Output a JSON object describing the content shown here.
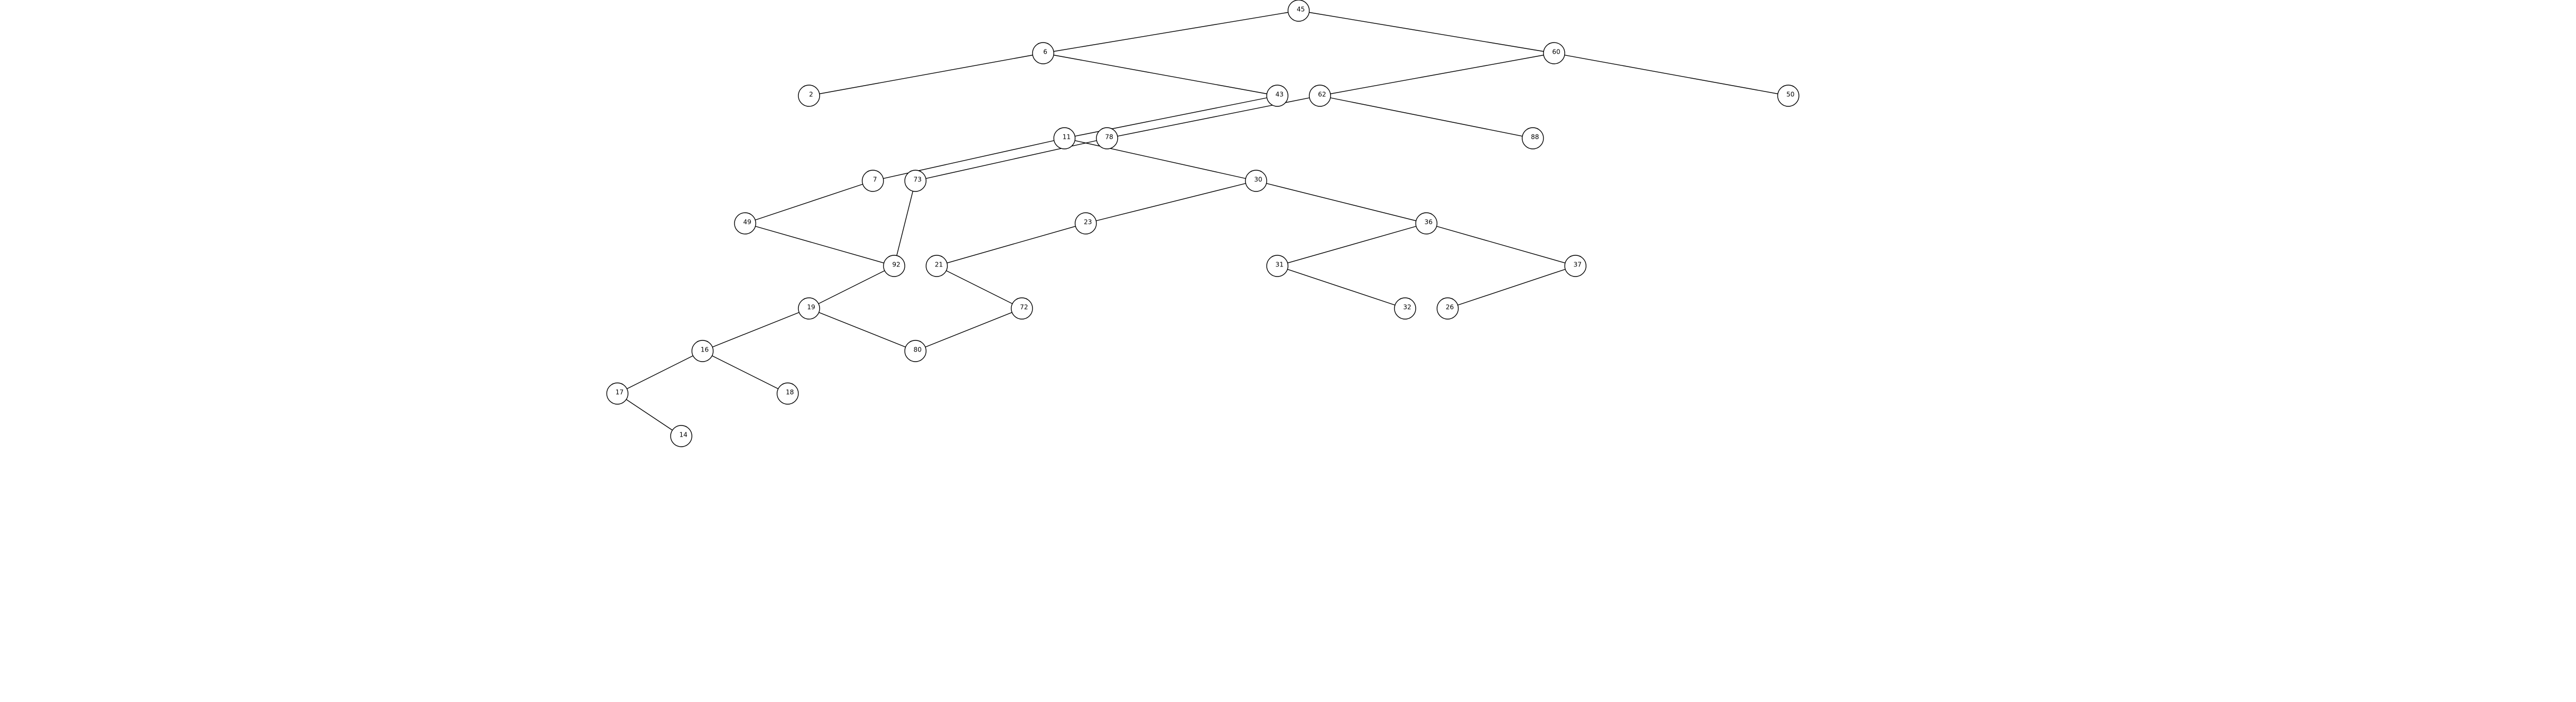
{
  "tree": {
    "nodes": [
      {
        "id": "n45",
        "label": "45"
      },
      {
        "id": "n6",
        "label": "6"
      },
      {
        "id": "n60",
        "label": "60"
      },
      {
        "id": "n2",
        "label": "2"
      },
      {
        "id": "n43",
        "label": "43"
      },
      {
        "id": "n62",
        "label": "62"
      },
      {
        "id": "n50",
        "label": "50"
      },
      {
        "id": "n11",
        "label": "11"
      },
      {
        "id": "n78",
        "label": "78"
      },
      {
        "id": "n88",
        "label": "88"
      },
      {
        "id": "n7",
        "label": "7"
      },
      {
        "id": "n73",
        "label": "73"
      },
      {
        "id": "n30",
        "label": "30"
      },
      {
        "id": "n49",
        "label": "49"
      },
      {
        "id": "n23",
        "label": "23"
      },
      {
        "id": "n36",
        "label": "36"
      },
      {
        "id": "n92",
        "label": "92"
      },
      {
        "id": "n21",
        "label": "21"
      },
      {
        "id": "n31",
        "label": "31"
      },
      {
        "id": "n37",
        "label": "37"
      },
      {
        "id": "n19",
        "label": "19"
      },
      {
        "id": "n72",
        "label": "72"
      },
      {
        "id": "n32",
        "label": "32"
      },
      {
        "id": "n26",
        "label": "26"
      },
      {
        "id": "n16",
        "label": "16"
      },
      {
        "id": "n80",
        "label": "80"
      },
      {
        "id": "n17",
        "label": "17"
      },
      {
        "id": "n18",
        "label": "18"
      },
      {
        "id": "n14",
        "label": "14"
      }
    ],
    "edges": [
      [
        "n45",
        "n6"
      ],
      [
        "n45",
        "n60"
      ],
      [
        "n6",
        "n2"
      ],
      [
        "n6",
        "n43"
      ],
      [
        "n60",
        "n62"
      ],
      [
        "n60",
        "n50"
      ],
      [
        "n43",
        "n11"
      ],
      [
        "n62",
        "n78"
      ],
      [
        "n62",
        "n88"
      ],
      [
        "n11",
        "n7"
      ],
      [
        "n11",
        "n30"
      ],
      [
        "n78",
        "n73"
      ],
      [
        "n7",
        "n49"
      ],
      [
        "n30",
        "n23"
      ],
      [
        "n30",
        "n36"
      ],
      [
        "n49",
        "n92"
      ],
      [
        "n23",
        "n21"
      ],
      [
        "n73",
        "n92"
      ],
      [
        "n36",
        "n31"
      ],
      [
        "n36",
        "n37"
      ],
      [
        "n92",
        "n19"
      ],
      [
        "n21",
        "n72"
      ],
      [
        "n31",
        "n32"
      ],
      [
        "n37",
        "n26"
      ],
      [
        "n19",
        "n16"
      ],
      [
        "n19",
        "n80"
      ],
      [
        "n72",
        "n80"
      ],
      [
        "n16",
        "n17"
      ],
      [
        "n16",
        "n18"
      ],
      [
        "n17",
        "n14"
      ]
    ]
  }
}
